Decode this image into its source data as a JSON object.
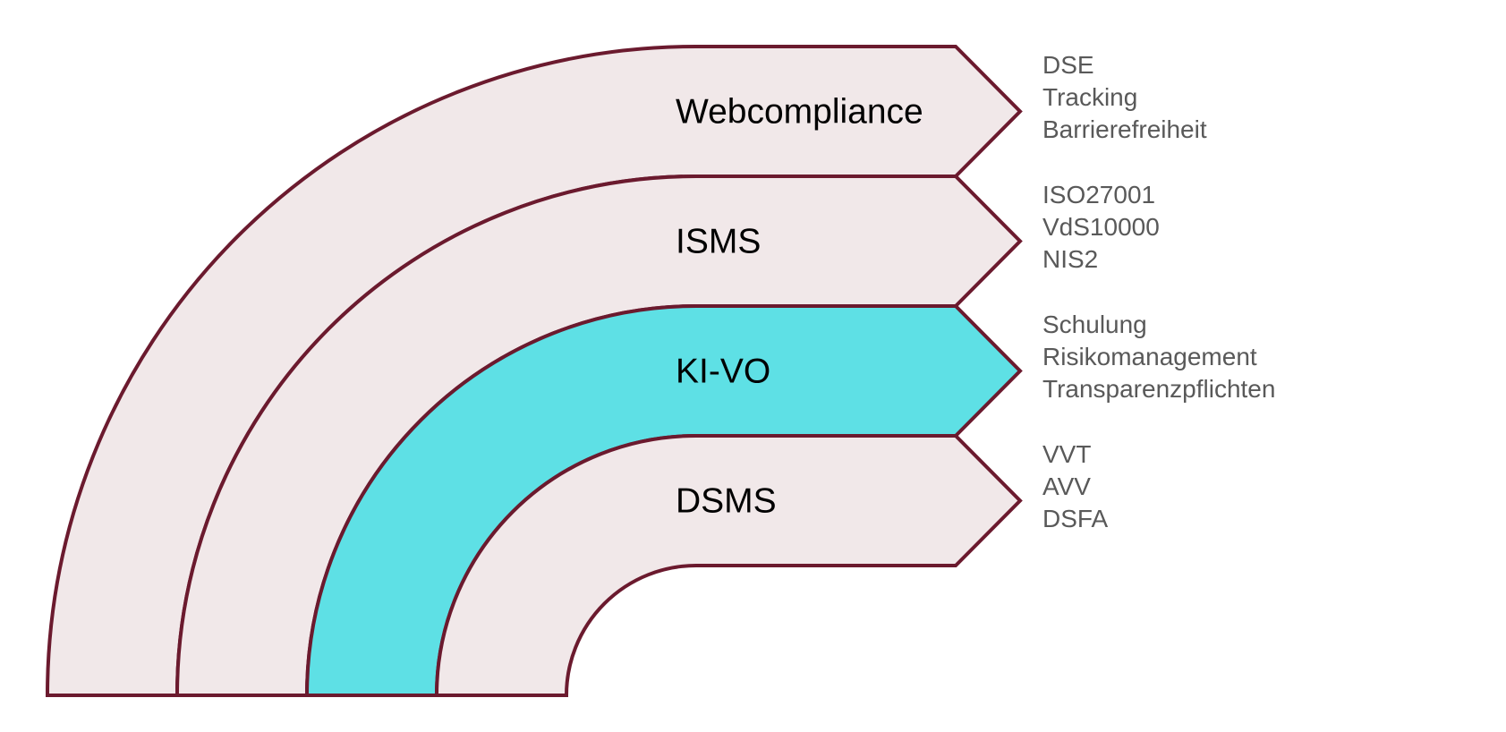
{
  "colors": {
    "outline": "#6b1a2e",
    "band_fill": "#f1e8e9",
    "highlight_fill": "#5ee0e5"
  },
  "bands": [
    {
      "name": "band-webcompliance",
      "label": "Webcompliance",
      "highlight": false,
      "items": [
        "DSE",
        "Tracking",
        "Barrierefreiheit"
      ]
    },
    {
      "name": "band-isms",
      "label": "ISMS",
      "highlight": false,
      "items": [
        "ISO27001",
        "VdS10000",
        "NIS2"
      ]
    },
    {
      "name": "band-ki-vo",
      "label": "KI-VO",
      "highlight": true,
      "items": [
        "Schulung",
        "Risikomanagement",
        "Transparenzpflichten"
      ]
    },
    {
      "name": "band-dsms",
      "label": "DSMS",
      "highlight": false,
      "items": [
        "VVT",
        "AVV",
        "DSFA"
      ]
    }
  ]
}
